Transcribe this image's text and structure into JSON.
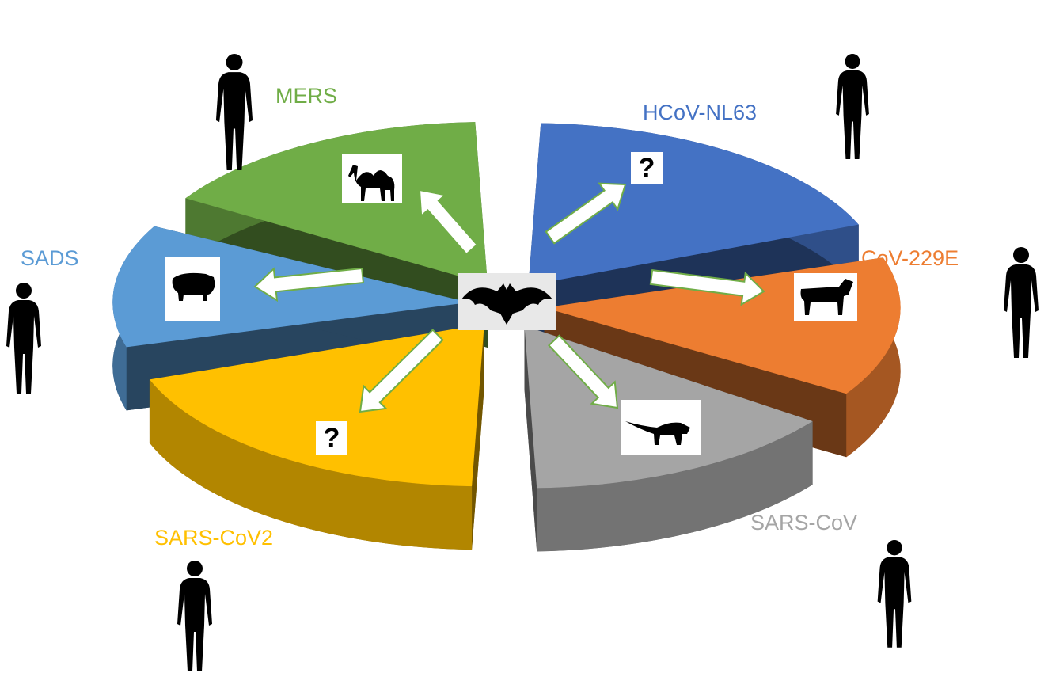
{
  "slices": [
    {
      "label": "HCoV-NL63",
      "intermediate_host": "unknown",
      "host_mark": "?",
      "color": "#4472c4"
    },
    {
      "label": "CoV-229E",
      "intermediate_host": "cow",
      "color": "#ed7d31"
    },
    {
      "label": "SARS-CoV",
      "intermediate_host": "civet",
      "color": "#a5a5a5"
    },
    {
      "label": "SARS-CoV2",
      "intermediate_host": "unknown",
      "host_mark": "?",
      "color": "#ffc000"
    },
    {
      "label": "SADS",
      "intermediate_host": "pig",
      "color": "#5b9bd5"
    },
    {
      "label": "MERS",
      "intermediate_host": "camel",
      "color": "#70ad47"
    }
  ],
  "center": {
    "source": "bat"
  },
  "arrow_color": "#70ad47"
}
